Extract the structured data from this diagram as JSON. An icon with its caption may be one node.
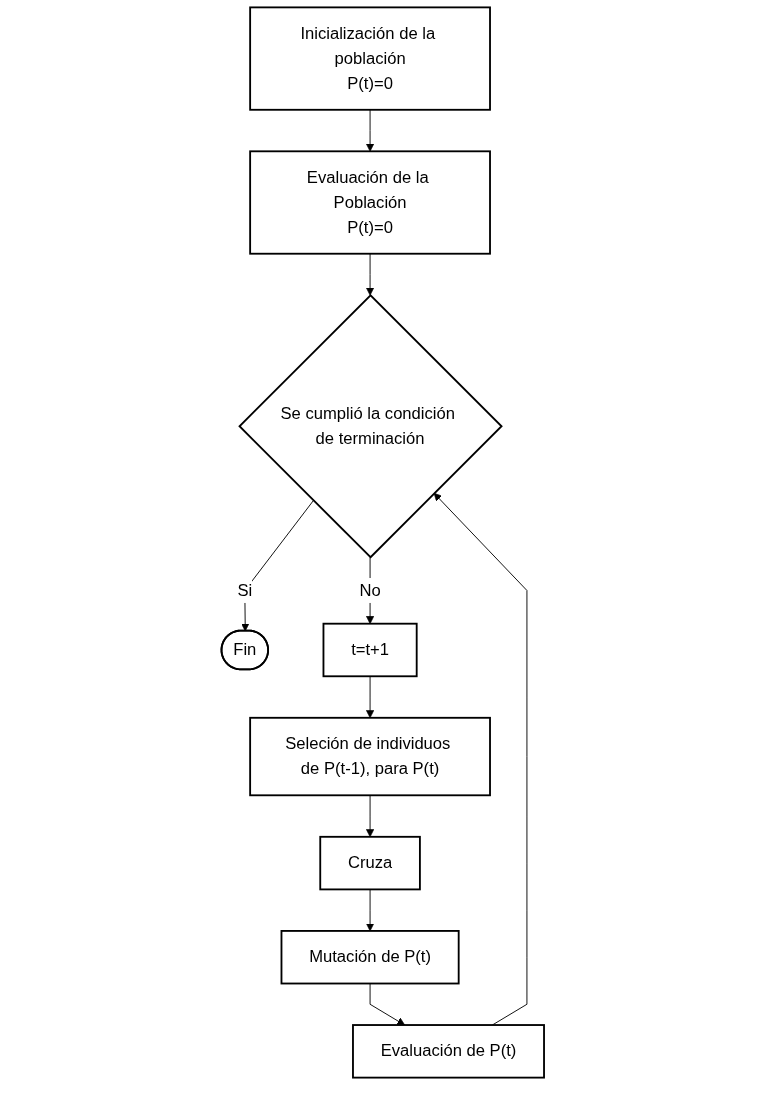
{
  "diagram": {
    "nodes": [
      {
        "text": [
          "Inicialización de la población",
          "P(t)=0"
        ]
      },
      {
        "text": [
          "Evaluación de la Población",
          "P(t)=0"
        ]
      },
      {
        "text": [
          "Se cumplió la condición de terminación"
        ]
      },
      {
        "text": [
          "Fin"
        ]
      },
      {
        "text": [
          "t=t+1"
        ]
      },
      {
        "text": [
          "Seleción de individuos de P(t-1), para P(t)"
        ]
      },
      {
        "text": [
          "Cruza"
        ]
      },
      {
        "text": [
          "Mutación de P(t)"
        ]
      },
      {
        "text": [
          "Evaluación de P(t)"
        ]
      }
    ],
    "edges": [
      {
        "from": 0,
        "to": 1,
        "arrow": "to"
      },
      {
        "from": 1,
        "to": 2,
        "arrow": "to"
      },
      {
        "from": 2,
        "to": 3,
        "arrow": "to",
        "label": "Si"
      },
      {
        "from": 2,
        "to": 4,
        "arrow": "to",
        "label": "No"
      },
      {
        "from": 4,
        "to": 5,
        "arrow": "to"
      },
      {
        "from": 5,
        "to": 6,
        "arrow": "to"
      },
      {
        "from": 6,
        "to": 7,
        "arrow": "to"
      },
      {
        "from": 7,
        "to": 8,
        "arrow": "to"
      },
      {
        "from": 8,
        "to": 2,
        "arrow": "to"
      }
    ]
  }
}
